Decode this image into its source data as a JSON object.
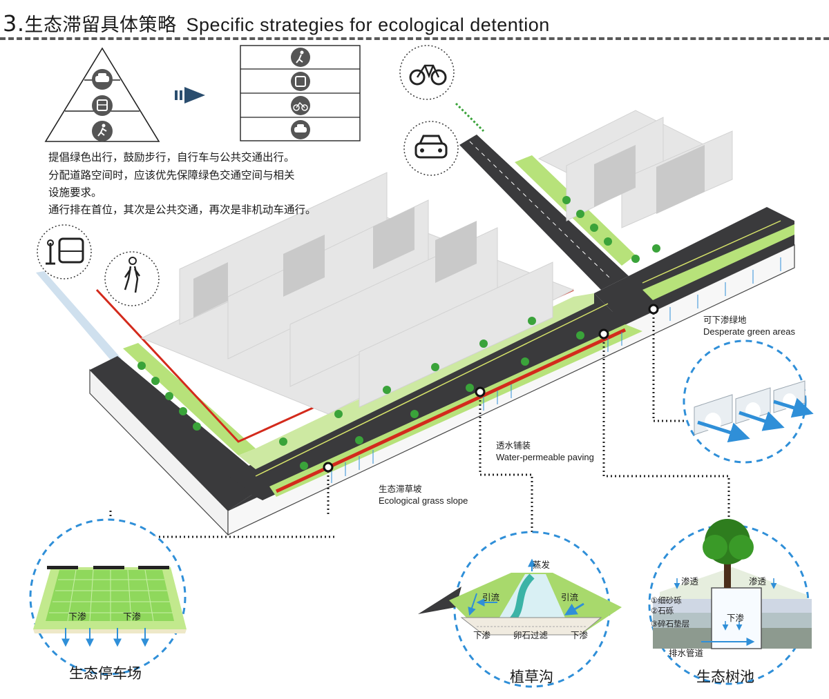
{
  "heading": {
    "number": "3.",
    "title_cn": "生态滞留具体策略",
    "title_en": "Specific strategies for ecological detention"
  },
  "intro": {
    "lines": [
      "提倡绿色出行，鼓励步行，自行车与公共交通出行。",
      "分配道路空间时，应该优先保障绿色交通空间与相关",
      "设施要求。",
      "通行排在首位，其次是公共交通，再次是非机动车通行。"
    ]
  },
  "pyramid_levels": [
    "car-icon",
    "bus-stop-icon",
    "pedestrian-icon"
  ],
  "priority_levels": [
    "pedestrian-icon",
    "bus-stop-icon",
    "bicycle-icon",
    "car-icon"
  ],
  "annotations": {
    "green_area": {
      "cn": "可下渗绿地",
      "en": "Desperate green areas"
    },
    "paving": {
      "cn": "透水铺装",
      "en": "Water-permeable paving"
    },
    "grass_slope": {
      "cn": "生态滞草坡",
      "en": "Ecological grass slope"
    }
  },
  "details": {
    "parking": {
      "caption": "生态停车场",
      "seep_left": "下渗",
      "seep_right": "下渗"
    },
    "swale": {
      "caption": "植草沟",
      "evaporate": "蒸发",
      "guide_left": "引流",
      "guide_right": "引流",
      "seep_left": "下渗",
      "seep_right": "下渗",
      "filter": "卵石过滤"
    },
    "tree_pit": {
      "caption": "生态树池",
      "infiltrate_left": "渗透",
      "infiltrate_right": "渗透",
      "layer1": "①细砂砾",
      "layer2": "②石砾",
      "layer3": "③碎石垫层",
      "seep": "下渗",
      "drain": "排水管道"
    }
  },
  "colors": {
    "road": "#3a3a3c",
    "green": "#b7e27a",
    "tree": "#3aa33a",
    "bike_lane": "#d32a1c",
    "accent_blue": "#2f8fd8",
    "building": "#e4e4e4"
  }
}
